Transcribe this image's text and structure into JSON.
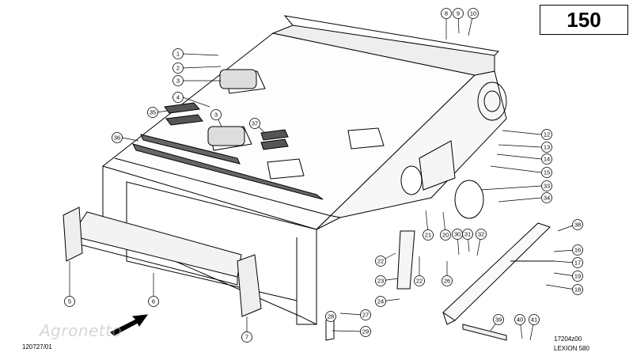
{
  "page_number": "150",
  "drawing_code": "17204z00",
  "model": "LEXION 580",
  "sheet_ref": "120727/01",
  "watermark": "Agronetto",
  "callouts": [
    "1",
    "2",
    "3",
    "4",
    "35",
    "36",
    "37",
    "3",
    "5",
    "6",
    "7",
    "8",
    "9",
    "10",
    "12",
    "13",
    "14",
    "15",
    "33",
    "34",
    "38",
    "16",
    "17",
    "19",
    "18",
    "20",
    "21",
    "22",
    "23",
    "22",
    "24",
    "26",
    "30",
    "31",
    "32",
    "27",
    "28",
    "29",
    "39",
    "40",
    "41"
  ]
}
